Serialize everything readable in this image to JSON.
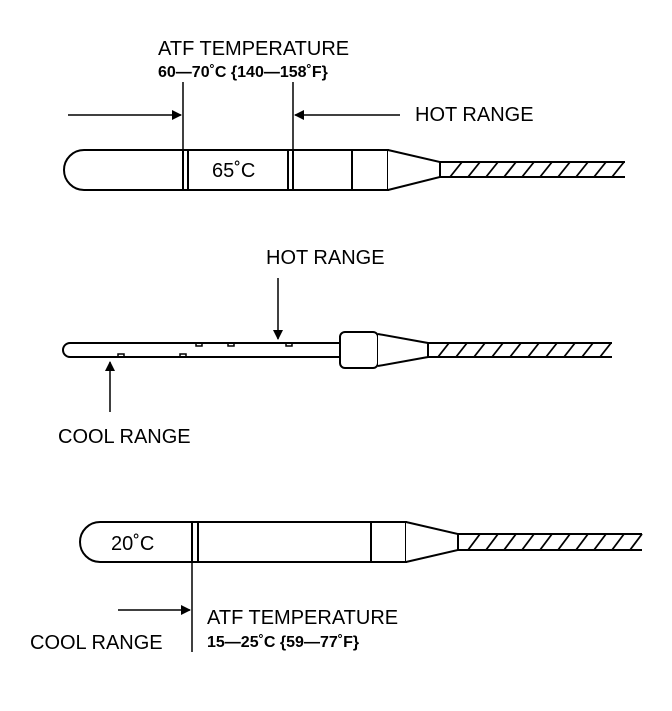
{
  "figure_1": {
    "atf_label": "ATF TEMPERATURE",
    "temp_range": "60—70˚C {140—158˚F}",
    "range_label": "HOT RANGE",
    "reading": "65˚C"
  },
  "figure_2": {
    "hot_label": "HOT RANGE",
    "cool_label": "COOL RANGE"
  },
  "figure_3": {
    "reading": "20˚C",
    "range_label": "COOL RANGE",
    "atf_label": "ATF TEMPERATURE",
    "temp_range": "15—25˚C {59—77˚F}"
  },
  "colors": {
    "ink": "#000000",
    "background": "#ffffff"
  }
}
